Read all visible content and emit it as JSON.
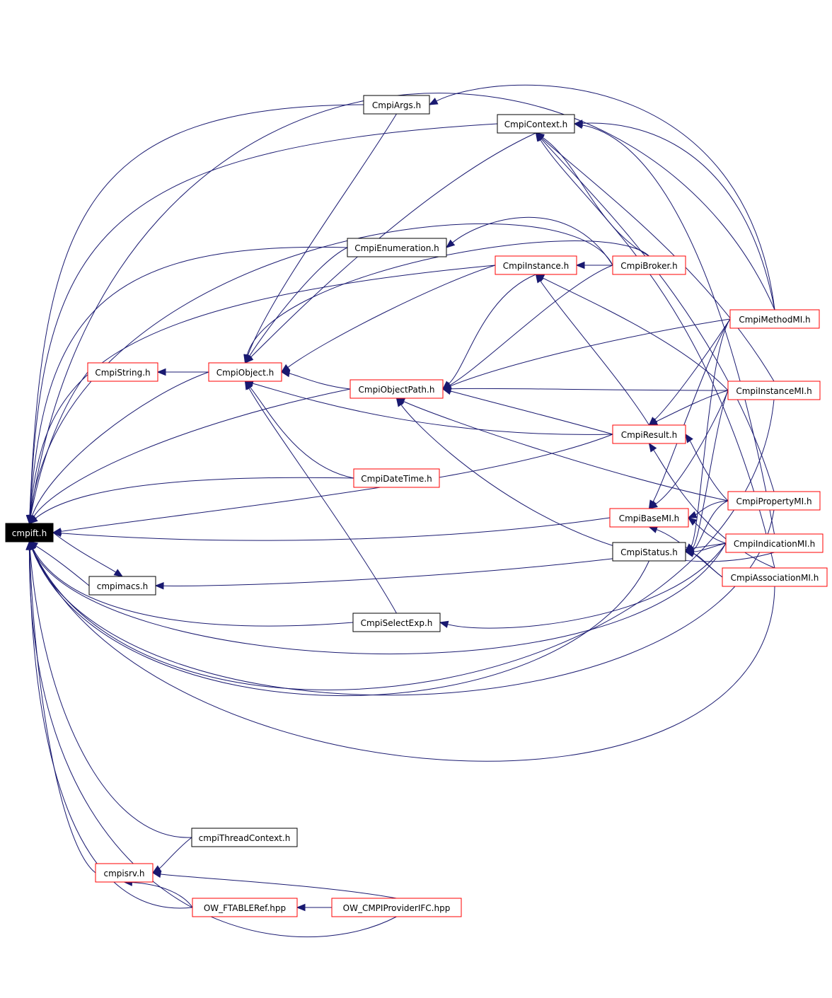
{
  "diagram": {
    "type": "include-dependency-graph",
    "colors": {
      "edge": "#191970",
      "root_fill": "#000000",
      "root_text": "#ffffff",
      "plain_border": "#000000",
      "linked_border": "#ff0000",
      "node_fill": "#ffffff",
      "node_text": "#000000"
    },
    "nodes": [
      {
        "id": "cmpift",
        "label": "cmpift.h",
        "style": "root"
      },
      {
        "id": "CmpiArgs",
        "label": "CmpiArgs.h",
        "style": "plain"
      },
      {
        "id": "CmpiContext",
        "label": "CmpiContext.h",
        "style": "plain"
      },
      {
        "id": "CmpiEnumeration",
        "label": "CmpiEnumeration.h",
        "style": "plain"
      },
      {
        "id": "CmpiInstance",
        "label": "CmpiInstance.h",
        "style": "linked"
      },
      {
        "id": "CmpiBroker",
        "label": "CmpiBroker.h",
        "style": "linked"
      },
      {
        "id": "CmpiMethodMI",
        "label": "CmpiMethodMI.h",
        "style": "linked"
      },
      {
        "id": "CmpiString",
        "label": "CmpiString.h",
        "style": "linked"
      },
      {
        "id": "CmpiObject",
        "label": "CmpiObject.h",
        "style": "linked"
      },
      {
        "id": "CmpiObjectPath",
        "label": "CmpiObjectPath.h",
        "style": "linked"
      },
      {
        "id": "CmpiInstanceMI",
        "label": "CmpiInstanceMI.h",
        "style": "linked"
      },
      {
        "id": "CmpiResult",
        "label": "CmpiResult.h",
        "style": "linked"
      },
      {
        "id": "CmpiDateTime",
        "label": "CmpiDateTime.h",
        "style": "linked"
      },
      {
        "id": "CmpiPropertyMI",
        "label": "CmpiPropertyMI.h",
        "style": "linked"
      },
      {
        "id": "CmpiBaseMI",
        "label": "CmpiBaseMI.h",
        "style": "linked"
      },
      {
        "id": "CmpiIndicationMI",
        "label": "CmpiIndicationMI.h",
        "style": "linked"
      },
      {
        "id": "CmpiStatus",
        "label": "CmpiStatus.h",
        "style": "plain"
      },
      {
        "id": "CmpiAssociationMI",
        "label": "CmpiAssociationMI.h",
        "style": "linked"
      },
      {
        "id": "cmpimacs",
        "label": "cmpimacs.h",
        "style": "plain"
      },
      {
        "id": "CmpiSelectExp",
        "label": "CmpiSelectExp.h",
        "style": "plain"
      },
      {
        "id": "cmpiThreadContext",
        "label": "cmpiThreadContext.h",
        "style": "plain"
      },
      {
        "id": "cmpisrv",
        "label": "cmpisrv.h",
        "style": "linked"
      },
      {
        "id": "OW_FTABLERef",
        "label": "OW_FTABLERef.hpp",
        "style": "linked"
      },
      {
        "id": "OW_CMPIProviderIFC",
        "label": "OW_CMPIProviderIFC.hpp",
        "style": "linked"
      }
    ],
    "edges": [
      {
        "from": "CmpiArgs",
        "to": "cmpift"
      },
      {
        "from": "CmpiContext",
        "to": "cmpift"
      },
      {
        "from": "CmpiEnumeration",
        "to": "cmpift"
      },
      {
        "from": "CmpiInstance",
        "to": "cmpift"
      },
      {
        "from": "CmpiBroker",
        "to": "cmpift"
      },
      {
        "from": "CmpiMethodMI",
        "to": "cmpift"
      },
      {
        "from": "CmpiString",
        "to": "cmpift"
      },
      {
        "from": "CmpiObject",
        "to": "cmpift"
      },
      {
        "from": "CmpiObjectPath",
        "to": "cmpift"
      },
      {
        "from": "CmpiResult",
        "to": "cmpift"
      },
      {
        "from": "CmpiDateTime",
        "to": "cmpift"
      },
      {
        "from": "CmpiBaseMI",
        "to": "cmpift"
      },
      {
        "from": "CmpiStatus",
        "to": "cmpift"
      },
      {
        "from": "cmpimacs",
        "to": "cmpift"
      },
      {
        "from": "CmpiSelectExp",
        "to": "cmpift"
      },
      {
        "from": "CmpiInstanceMI",
        "to": "cmpift"
      },
      {
        "from": "CmpiPropertyMI",
        "to": "cmpift"
      },
      {
        "from": "CmpiIndicationMI",
        "to": "cmpift"
      },
      {
        "from": "CmpiAssociationMI",
        "to": "cmpift"
      },
      {
        "from": "cmpiThreadContext",
        "to": "cmpift"
      },
      {
        "from": "cmpisrv",
        "to": "cmpift"
      },
      {
        "from": "OW_FTABLERef",
        "to": "cmpift"
      },
      {
        "from": "OW_CMPIProviderIFC",
        "to": "cmpift"
      },
      {
        "from": "cmpift",
        "to": "cmpimacs"
      },
      {
        "from": "CmpiMethodMI",
        "to": "CmpiArgs"
      },
      {
        "from": "CmpiBroker",
        "to": "CmpiContext"
      },
      {
        "from": "CmpiMethodMI",
        "to": "CmpiContext"
      },
      {
        "from": "CmpiInstanceMI",
        "to": "CmpiContext"
      },
      {
        "from": "CmpiPropertyMI",
        "to": "CmpiContext"
      },
      {
        "from": "CmpiIndicationMI",
        "to": "CmpiContext"
      },
      {
        "from": "CmpiAssociationMI",
        "to": "CmpiContext"
      },
      {
        "from": "CmpiBroker",
        "to": "CmpiEnumeration"
      },
      {
        "from": "CmpiBroker",
        "to": "CmpiInstance"
      },
      {
        "from": "CmpiResult",
        "to": "CmpiInstance"
      },
      {
        "from": "CmpiInstanceMI",
        "to": "CmpiInstance"
      },
      {
        "from": "CmpiObject",
        "to": "CmpiString"
      },
      {
        "from": "CmpiArgs",
        "to": "CmpiObject"
      },
      {
        "from": "CmpiContext",
        "to": "CmpiObject"
      },
      {
        "from": "CmpiEnumeration",
        "to": "CmpiObject"
      },
      {
        "from": "CmpiInstance",
        "to": "CmpiObject"
      },
      {
        "from": "CmpiBroker",
        "to": "CmpiObject"
      },
      {
        "from": "CmpiObjectPath",
        "to": "CmpiObject"
      },
      {
        "from": "CmpiDateTime",
        "to": "CmpiObject"
      },
      {
        "from": "CmpiSelectExp",
        "to": "CmpiObject"
      },
      {
        "from": "CmpiResult",
        "to": "CmpiObject"
      },
      {
        "from": "CmpiInstance",
        "to": "CmpiObjectPath"
      },
      {
        "from": "CmpiBroker",
        "to": "CmpiObjectPath"
      },
      {
        "from": "CmpiMethodMI",
        "to": "CmpiObjectPath"
      },
      {
        "from": "CmpiInstanceMI",
        "to": "CmpiObjectPath"
      },
      {
        "from": "CmpiResult",
        "to": "CmpiObjectPath"
      },
      {
        "from": "CmpiPropertyMI",
        "to": "CmpiObjectPath"
      },
      {
        "from": "CmpiIndicationMI",
        "to": "CmpiObjectPath"
      },
      {
        "from": "CmpiMethodMI",
        "to": "CmpiResult"
      },
      {
        "from": "CmpiInstanceMI",
        "to": "CmpiResult"
      },
      {
        "from": "CmpiPropertyMI",
        "to": "CmpiResult"
      },
      {
        "from": "CmpiAssociationMI",
        "to": "CmpiResult"
      },
      {
        "from": "CmpiMethodMI",
        "to": "CmpiBaseMI"
      },
      {
        "from": "CmpiInstanceMI",
        "to": "CmpiBaseMI"
      },
      {
        "from": "CmpiPropertyMI",
        "to": "CmpiBaseMI"
      },
      {
        "from": "CmpiIndicationMI",
        "to": "CmpiBaseMI"
      },
      {
        "from": "CmpiAssociationMI",
        "to": "CmpiBaseMI"
      },
      {
        "from": "CmpiMethodMI",
        "to": "CmpiStatus"
      },
      {
        "from": "CmpiInstanceMI",
        "to": "CmpiStatus"
      },
      {
        "from": "CmpiPropertyMI",
        "to": "CmpiStatus"
      },
      {
        "from": "CmpiIndicationMI",
        "to": "CmpiStatus"
      },
      {
        "from": "CmpiAssociationMI",
        "to": "CmpiStatus"
      },
      {
        "from": "CmpiIndicationMI",
        "to": "cmpimacs"
      },
      {
        "from": "CmpiIndicationMI",
        "to": "CmpiSelectExp"
      },
      {
        "from": "cmpiThreadContext",
        "to": "cmpisrv"
      },
      {
        "from": "OW_FTABLERef",
        "to": "cmpisrv"
      },
      {
        "from": "OW_CMPIProviderIFC",
        "to": "cmpisrv"
      },
      {
        "from": "OW_CMPIProviderIFC",
        "to": "OW_FTABLERef"
      }
    ]
  }
}
